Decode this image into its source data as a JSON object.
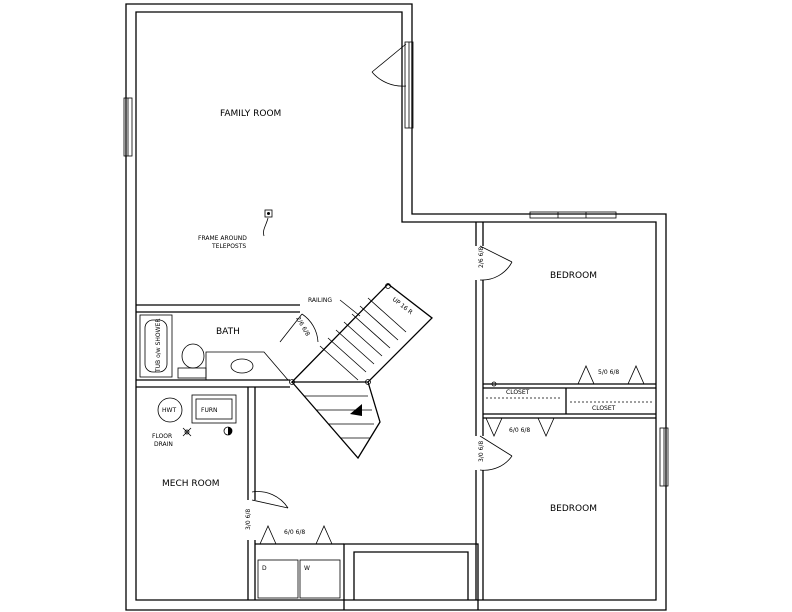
{
  "rooms": {
    "family_room": "FAMILY ROOM",
    "bath": "BATH",
    "mech_room": "MECH ROOM",
    "bedroom_upper": "BEDROOM",
    "bedroom_lower": "BEDROOM"
  },
  "fixtures": {
    "tub": "TUB o/w SHOWER",
    "hwt": "HWT",
    "furn": "FURN",
    "floor_drain_1": "FLOOR",
    "floor_drain_2": "DRAIN",
    "dryer": "D",
    "washer": "W"
  },
  "notes": {
    "frame_1": "FRAME AROUND",
    "frame_2": "TELEPOSTS",
    "railing": "RAILING",
    "stair": "UP 16 R"
  },
  "closets": {
    "closet_1": "CLOSET",
    "closet_2": "CLOSET"
  },
  "door_sizes": {
    "bath_door": "2/6 6/8",
    "bedroom1_door": "2/6 6/8",
    "bedroom2_door": "3/0 6/8",
    "mech_door": "3/0 6/8",
    "laundry_bifold": "6/0 6/8",
    "closet_bifold_1": "5/0 6/8",
    "closet_bifold_2": "6/0 6/8"
  }
}
